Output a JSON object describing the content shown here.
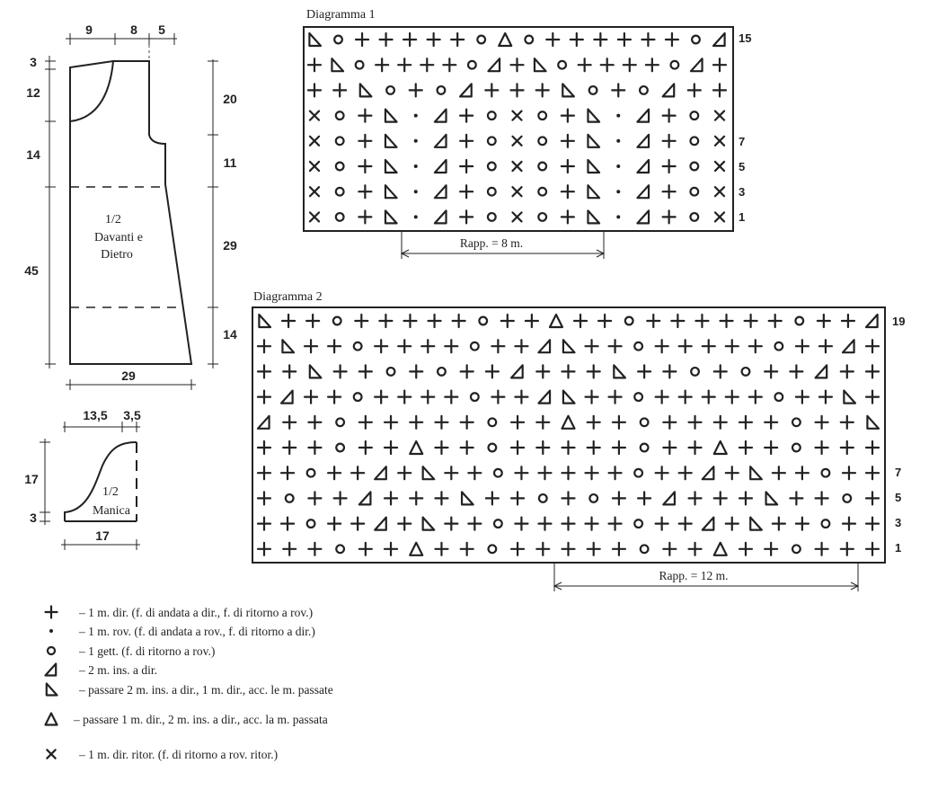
{
  "schematic_body": {
    "top_dims": [
      "9",
      "8",
      "5"
    ],
    "left_dims": [
      "3",
      "12",
      "14",
      "45"
    ],
    "right_dims": [
      "20",
      "11",
      "29",
      "14"
    ],
    "bottom_dim": "29",
    "label_lines": [
      "1/2",
      "Davanti e",
      "Dietro"
    ]
  },
  "schematic_sleeve": {
    "top_dims": [
      "13,5",
      "3,5"
    ],
    "left_dims": [
      "17",
      "3"
    ],
    "bottom_dim": "17",
    "label_lines": [
      "1/2",
      "Manica"
    ]
  },
  "diagram1": {
    "title": "Diagramma 1",
    "row_numbers": [
      "15",
      "7",
      "5",
      "3",
      "1"
    ],
    "repeat_label": "Rapp. = 8 m.",
    "rows": [
      "Bo+++++o^o++++++o/",
      "+Bo++++o/+Bo++++o/+",
      "++Bo+o/+++Bo+o/++",
      "xo+B.A+oxo+B.A+ox",
      "xo+B.A+oxo+B.A+ox",
      "xo+B.A+oxo+B.A+ox",
      "xo+B.A+oxo+B.A+ox",
      "xo+B.A+oxo+B.A+ox"
    ]
  },
  "diagram2": {
    "title": "Diagramma 2",
    "row_numbers": [
      "19",
      "7",
      "5",
      "3",
      "1"
    ],
    "repeat_label": "Rapp. = 12 m.",
    "rows": [
      "B++o+++++o++^++o++++++o++/",
      "+B++o++++o++/B++o+++++o++/+",
      "++B++o+o++/+++B++o+o++/++",
      "+/++o++++o++/B++o+++++o++B+",
      "/++o+++++o++^++o+++++o++B",
      "+++o++^++o+++++o++^++o+++",
      "++o++/+B++o+++++o++/+B++o++",
      "+o++/+++B++o+o++/+++B++o+",
      "++o++/+B++o+++++o++/+B++o++",
      "+++o++^++o+++++o++^++o+++"
    ]
  },
  "legend": [
    {
      "symbol": "plus-icon",
      "text": "– 1 m. dir. (f. di andata a dir., f. di ritorno a rov.)"
    },
    {
      "symbol": "dot-icon",
      "text": "– 1 m. rov. (f. di andata a rov., f. di ritorno a dir.)"
    },
    {
      "symbol": "circle-icon",
      "text": "– 1 gett. (f. di ritorno a rov.)"
    },
    {
      "symbol": "right-triangle-icon",
      "text": "– 2 m. ins. a dir."
    },
    {
      "symbol": "left-triangle-icon",
      "text": "– passare 2 m. ins. a dir., 1 m. dir., acc. le m. passate"
    },
    {
      "symbol": "triangle-icon",
      "text": "– passare 1 m. dir., 2 m. ins. a dir., acc. la m. passata"
    },
    {
      "symbol": "cross-icon",
      "text": "– 1 m. dir. ritor. (f. di ritorno a rov. ritor.)"
    }
  ]
}
